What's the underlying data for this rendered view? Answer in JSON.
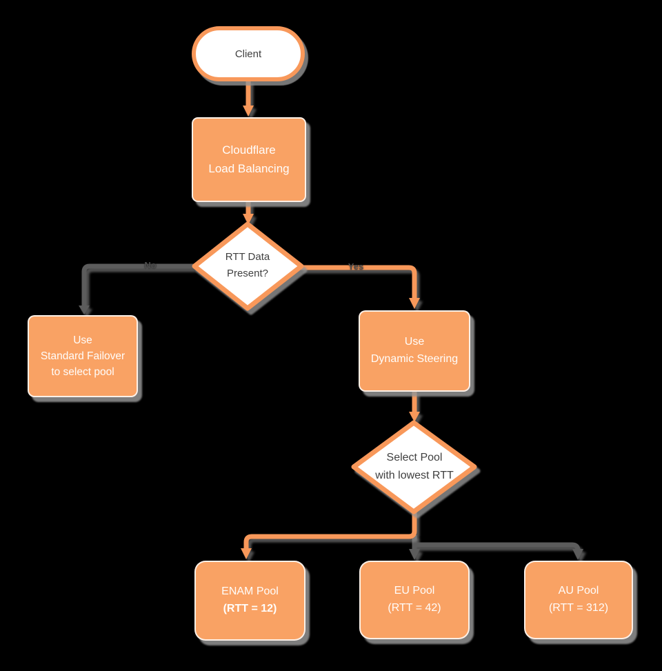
{
  "diagram": {
    "type": "flowchart",
    "background": "black"
  },
  "colors": {
    "canvas_bg": "#000000",
    "orange": "#F8985A",
    "node_fill": "#F9A264",
    "edge_gray": "#5C5C5C",
    "shadow_gray": "#949494",
    "node_white": "#FFFFFF",
    "text_on_orange": "#FFFDFB",
    "text_dark": "#3F3F3F",
    "label_gray": "#4E4E4E"
  },
  "nodes": {
    "client": {
      "label": "Client"
    },
    "load_balancer": {
      "lines": [
        "Cloudflare",
        "Load Balancing"
      ]
    },
    "rtt_decision": {
      "lines": [
        "RTT Data",
        "Present?"
      ]
    },
    "standard_failover": {
      "lines": [
        "Use",
        "Standard Failover",
        "to select pool"
      ]
    },
    "dynamic_steering": {
      "lines": [
        "Use",
        "Dynamic Steering"
      ]
    },
    "select_pool": {
      "lines": [
        "Select Pool",
        "with lowest RTT"
      ]
    },
    "enam_pool": {
      "name": "ENAM Pool",
      "rtt": "(RTT = 12)"
    },
    "eu_pool": {
      "name": "EU Pool",
      "rtt": "(RTT = 42)"
    },
    "au_pool": {
      "name": "AU Pool",
      "rtt": "(RTT = 312)"
    }
  },
  "edge_labels": {
    "no": "No",
    "yes": "Yes"
  }
}
